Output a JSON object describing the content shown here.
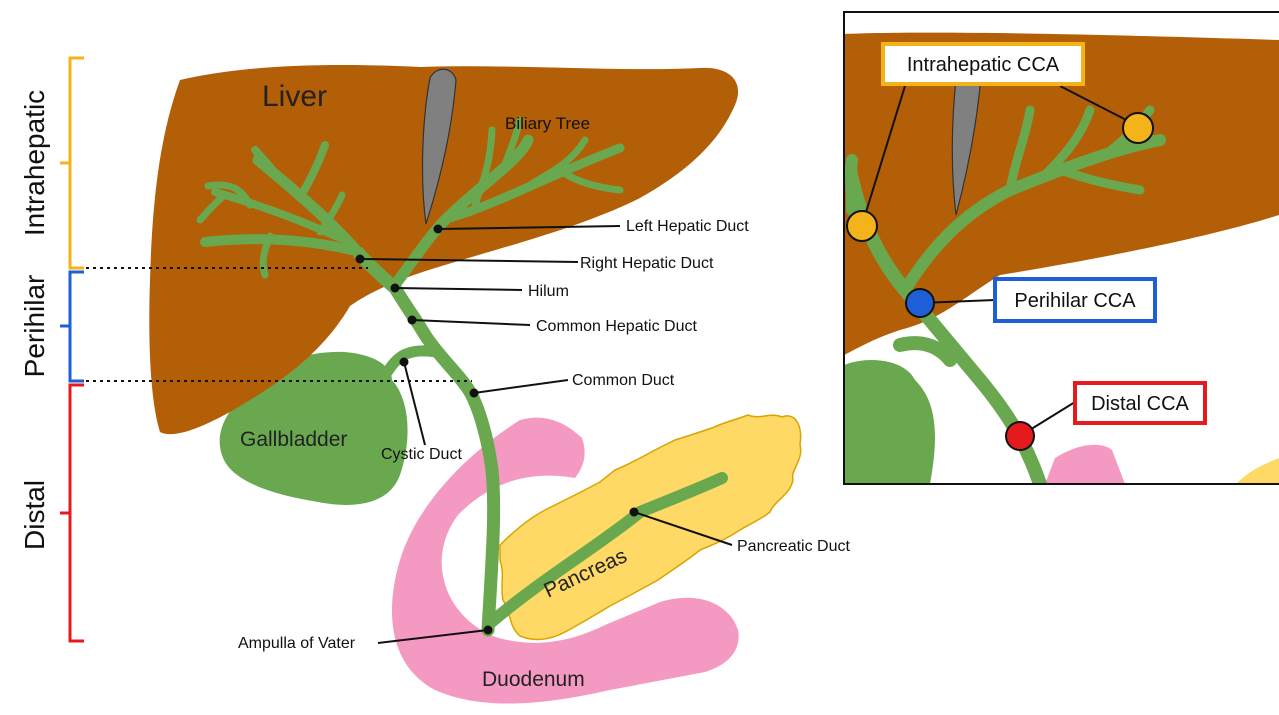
{
  "colors": {
    "liver": "#b35f07",
    "duct": "#6aa84f",
    "gallbladder": "#6aa84f",
    "pancreas": "#ffd966",
    "duodenum": "#f49ac2",
    "ligament": "#808080",
    "intrahepatic": "#f4b21b",
    "perihilar": "#1f5fd6",
    "distal": "#e41a1c"
  },
  "regions": {
    "intrahepatic": "Intrahepatic",
    "perihilar": "Perihilar",
    "distal": "Distal"
  },
  "organs": {
    "liver": "Liver",
    "biliary_tree": "Biliary Tree",
    "gallbladder": "Gallbladder",
    "pancreas": "Pancreas",
    "duodenum": "Duodenum"
  },
  "labels": {
    "left_hepatic_duct": "Left Hepatic Duct",
    "right_hepatic_duct": "Right Hepatic Duct",
    "hilum": "Hilum",
    "common_hepatic_duct": "Common Hepatic Duct",
    "common_duct": "Common Duct",
    "cystic_duct": "Cystic Duct",
    "pancreatic_duct": "Pancreatic Duct",
    "ampulla": "Ampulla of Vater"
  },
  "inset": {
    "intrahepatic_cca": "Intrahepatic CCA",
    "perihilar_cca": "Perihilar CCA",
    "distal_cca": "Distal CCA"
  }
}
